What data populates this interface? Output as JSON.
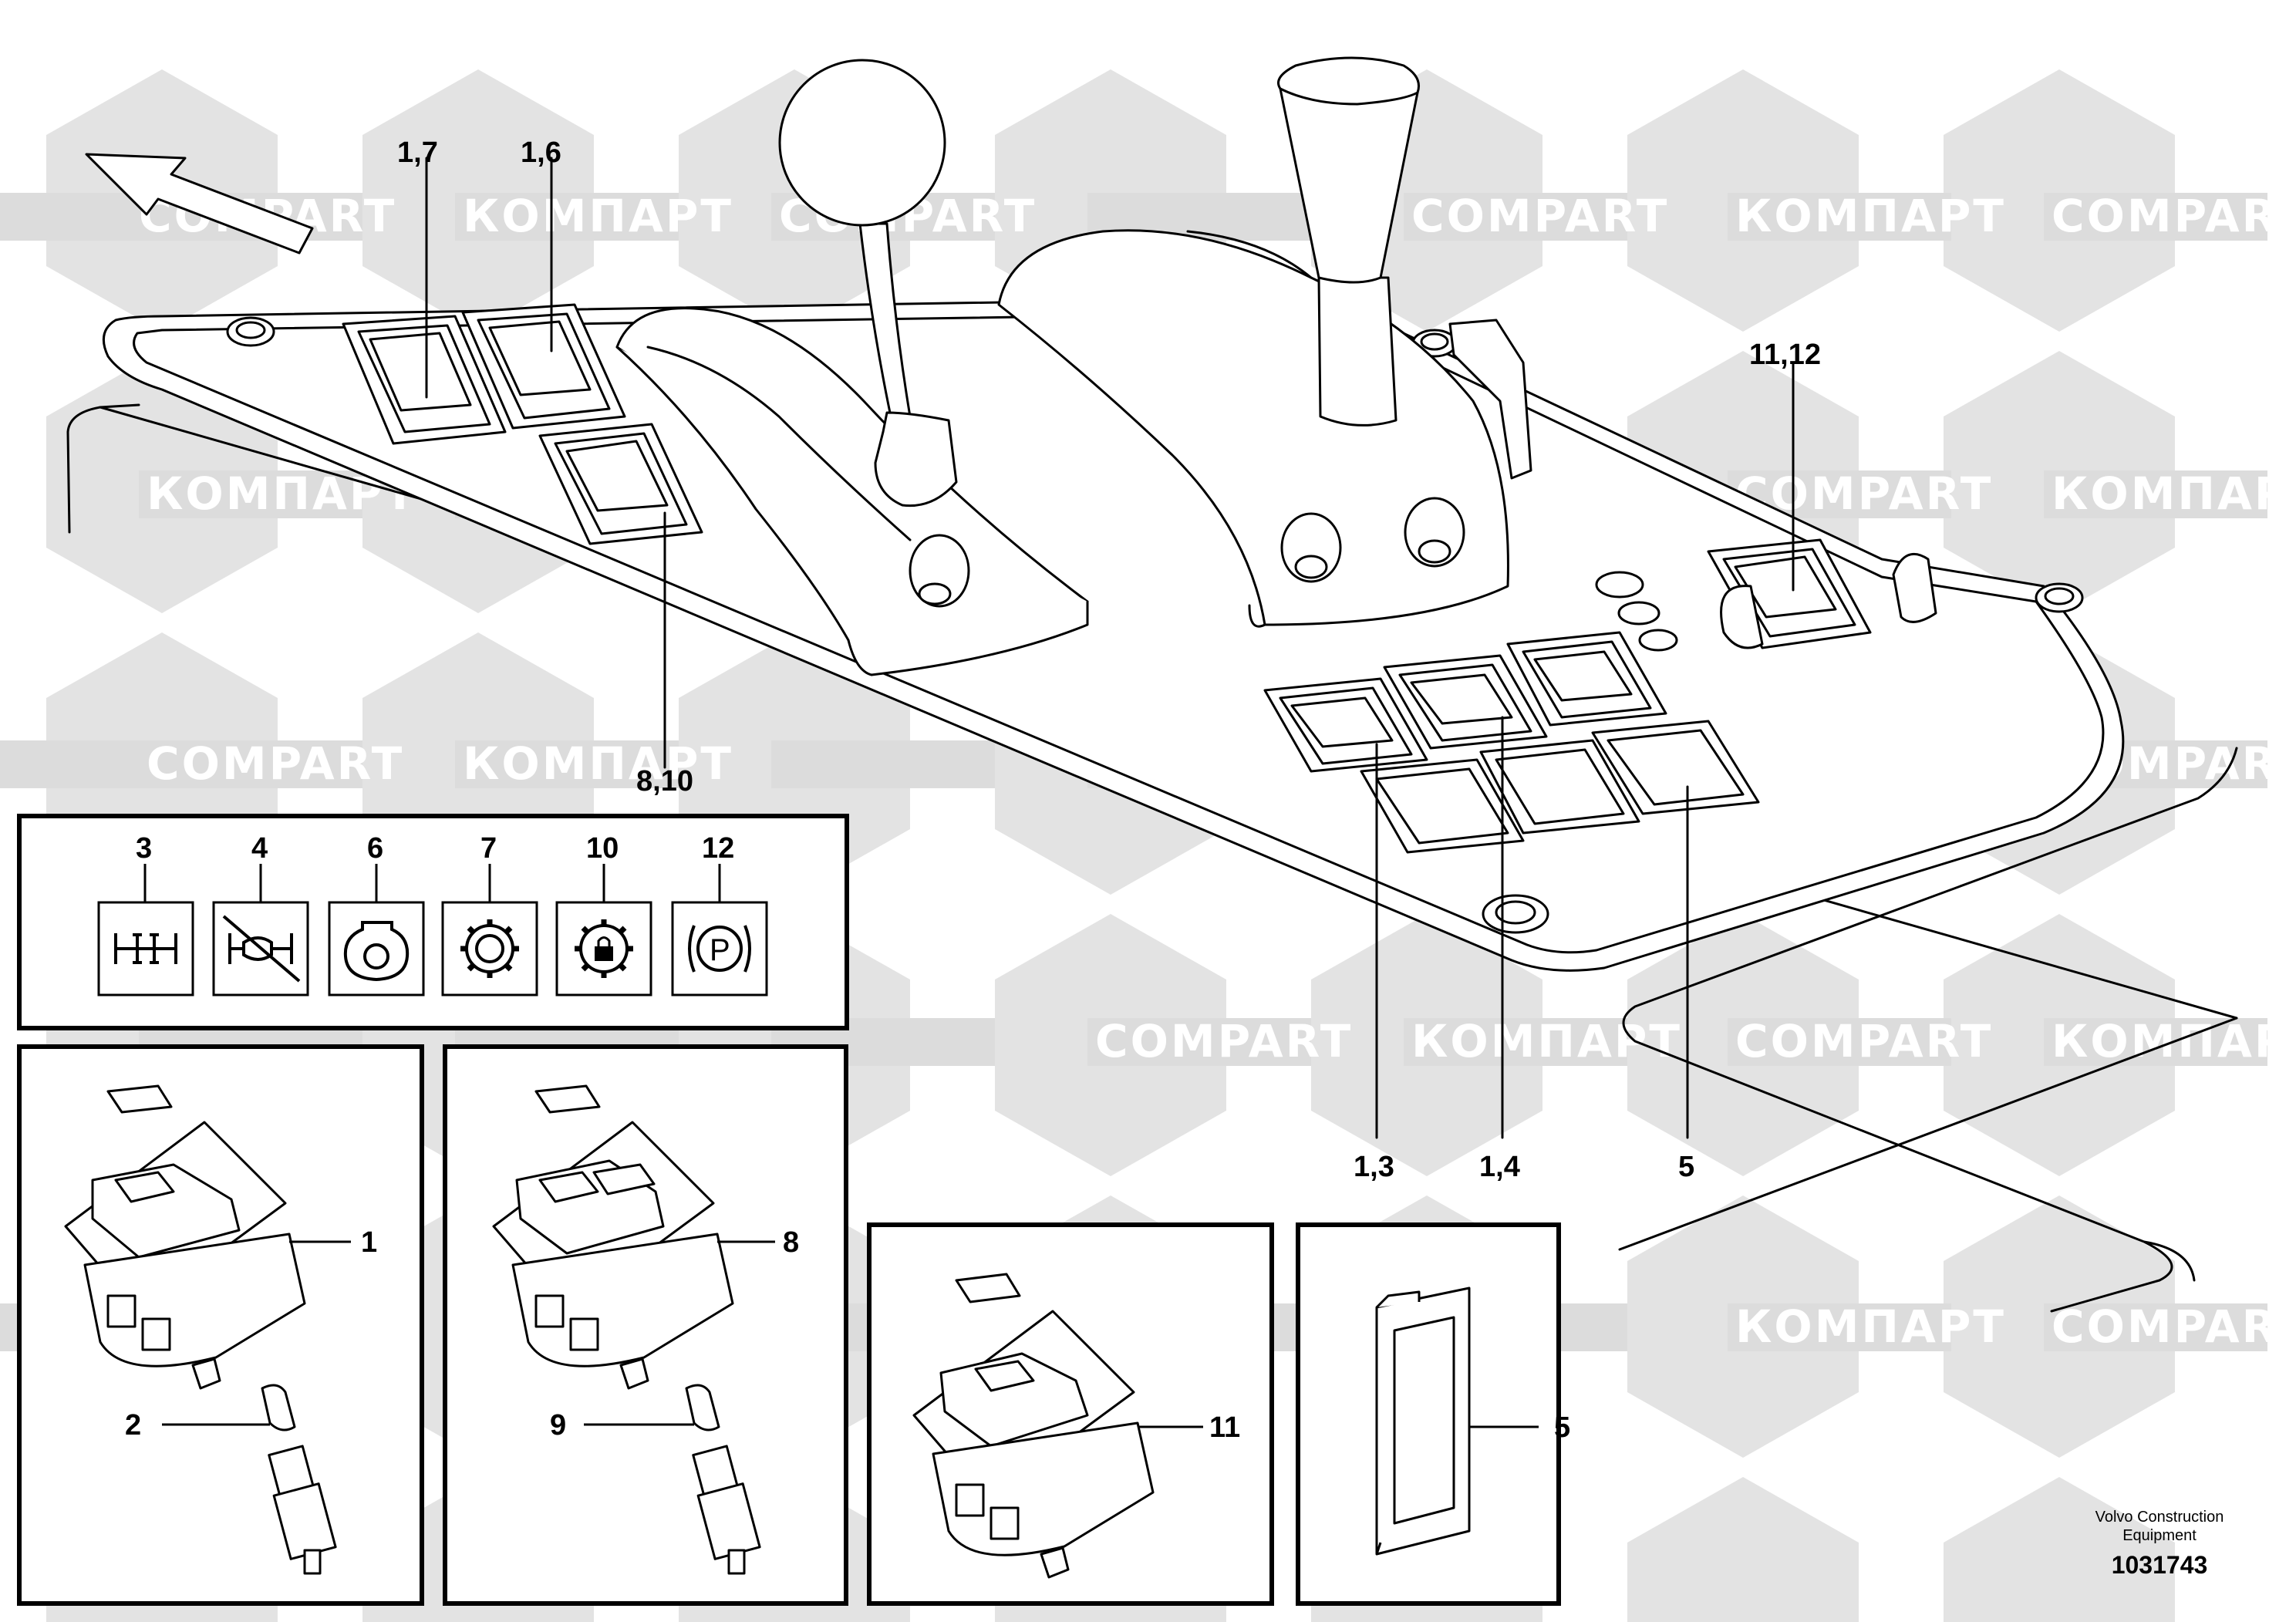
{
  "watermark": {
    "text_a": "КОМПАРТ",
    "text_b": "COMPART",
    "color": "#e3e3e3"
  },
  "main_callouts": {
    "c17": "1,7",
    "c16": "1,6",
    "c810": "8,10",
    "c1112": "11,12",
    "c13": "1,3",
    "c14": "1,4",
    "c5": "5"
  },
  "symbols": [
    {
      "number": "3",
      "icon": "differential-lock-icon"
    },
    {
      "number": "4",
      "icon": "no-differential-icon"
    },
    {
      "number": "6",
      "icon": "light-icon"
    },
    {
      "number": "7",
      "icon": "gear-icon"
    },
    {
      "number": "10",
      "icon": "gear-lock-icon"
    },
    {
      "number": "12",
      "icon": "parking-brake-icon",
      "glyph": "(P)"
    }
  ],
  "details": {
    "switch_1": "1",
    "connector_2": "2",
    "switch_8": "8",
    "connector_9": "9",
    "switch_11": "11",
    "blank_5": "5"
  },
  "footer": {
    "line1": "Volvo Construction",
    "line2": "Equipment",
    "id": "1031743"
  }
}
